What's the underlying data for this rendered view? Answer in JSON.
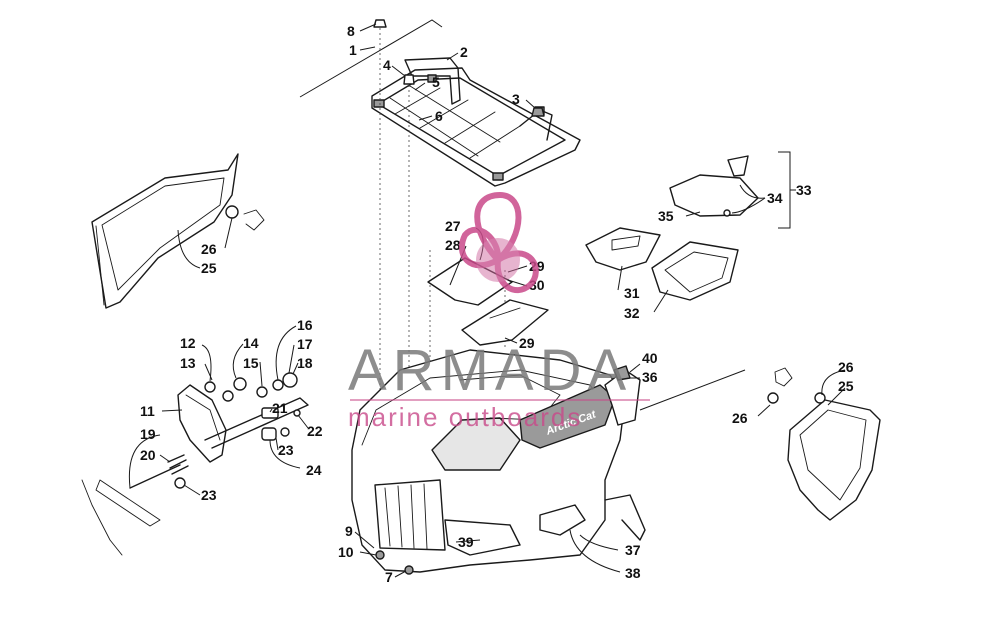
{
  "watermark": {
    "brand": "ARMADA",
    "tagline": "marine outboards",
    "brand_color": "#7a7a7a",
    "accent_color": "#c94a8a"
  },
  "decal_text": "Arctic Cat",
  "callouts": {
    "c1": "1",
    "c2": "2",
    "c3": "3",
    "c4": "4",
    "c5": "5",
    "c6": "6",
    "c7": "7",
    "c8": "8",
    "c9": "9",
    "c10": "10",
    "c11": "11",
    "c12": "12",
    "c13": "13",
    "c14": "14",
    "c15": "15",
    "c16": "16",
    "c17": "17",
    "c18": "18",
    "c19": "19",
    "c20": "20",
    "c21": "21",
    "c22": "22",
    "c23a": "23",
    "c23b": "23",
    "c24": "24",
    "c25a": "25",
    "c25b": "25",
    "c26a": "26",
    "c26b": "26",
    "c26c": "26",
    "c27": "27",
    "c28": "28",
    "c29a": "29",
    "c29b": "29",
    "c30": "30",
    "c31": "31",
    "c32": "32",
    "c33": "33",
    "c34": "34",
    "c35": "35",
    "c36": "36",
    "c37": "37",
    "c38": "38",
    "c39": "39",
    "c40": "40"
  }
}
